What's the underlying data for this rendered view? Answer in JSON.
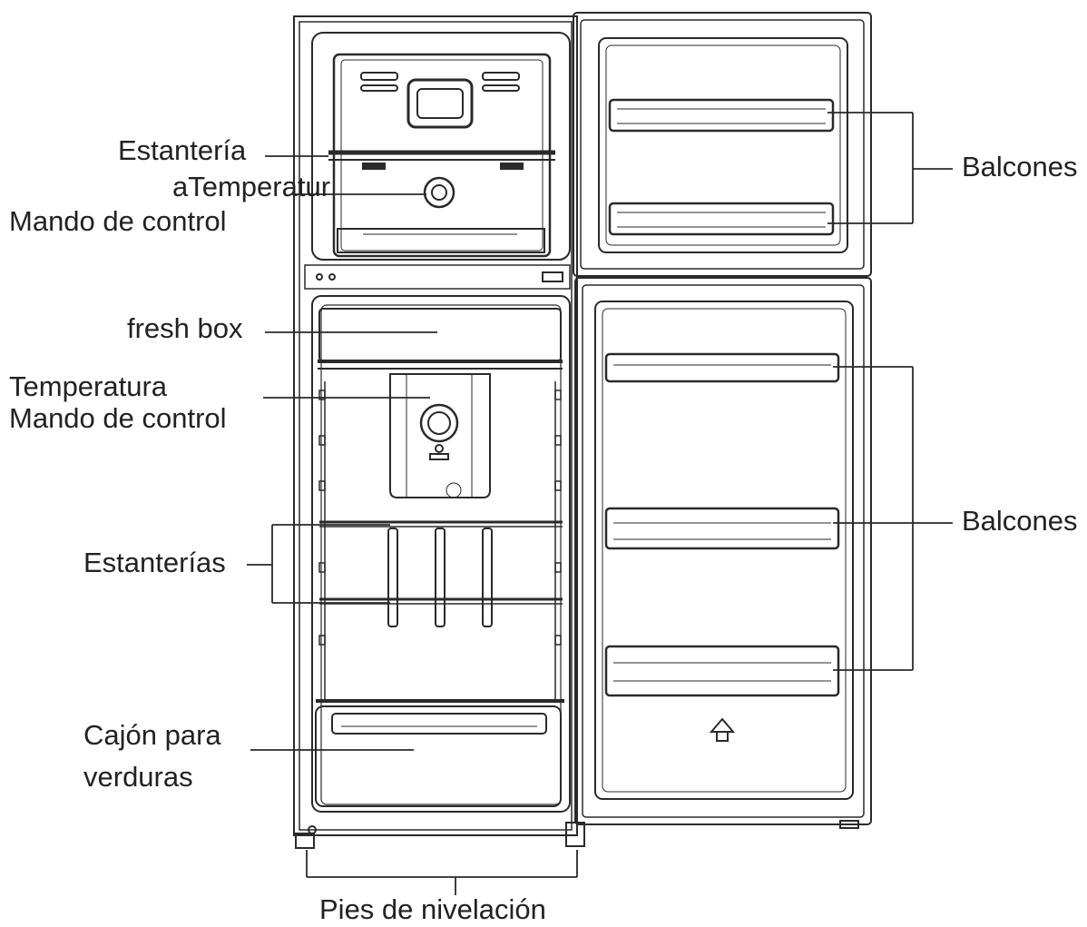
{
  "labels": {
    "freezer_shelf": "Estantería",
    "freezer_temp_line1": "aTemperatur",
    "freezer_temp_line2": "Mando de control",
    "fresh_box": "fresh box",
    "fridge_temp_line1": "Temperatura",
    "fridge_temp_line2": "Mando de control",
    "fridge_shelves": "Estanterías",
    "crisper_line1": "Cajón para",
    "crisper_line2": "verduras",
    "leveling_feet": "Pies de nivelación",
    "freezer_door_balconies": "Balcones",
    "fridge_door_balconies": "Balcones"
  },
  "colors": {
    "line": "#2a2a2a",
    "text": "#222222",
    "background": "#ffffff"
  }
}
